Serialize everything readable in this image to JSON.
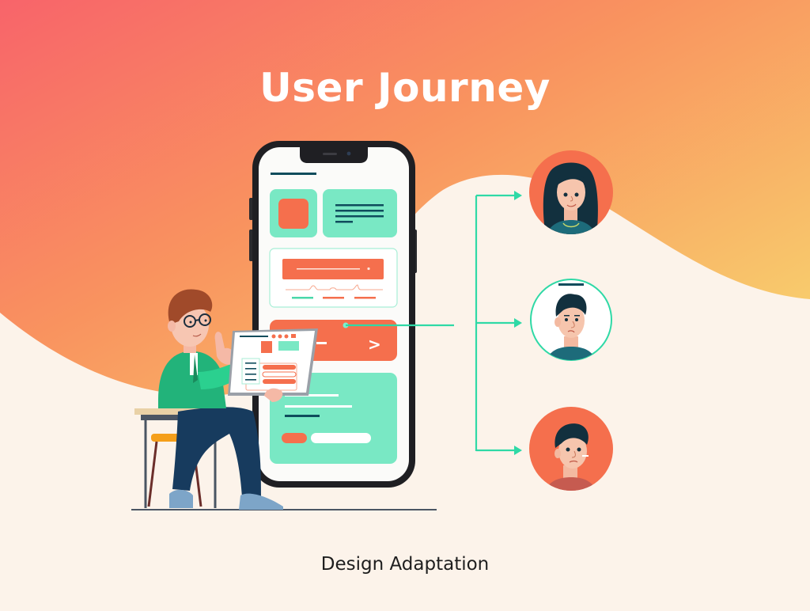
{
  "title": "User Journey",
  "caption": "Design Adaptation",
  "colors": {
    "gradient_start": "#f8646a",
    "gradient_mid": "#f9935f",
    "gradient_end": "#f8d36e",
    "cream": "#fcf3ea",
    "coral": "#f56f4d",
    "mint": "#79e8c4",
    "teal_line": "#2fd9a6",
    "navy": "#0f4c5c",
    "phone_frame": "#1f1f23"
  },
  "phone": {
    "button_arrow": ">",
    "sections": [
      "header-bar",
      "card-row",
      "banner-card",
      "cta-button",
      "content-card"
    ]
  },
  "personas": [
    {
      "id": "persona-1",
      "style": "coral-filled",
      "description": "woman with long dark hair"
    },
    {
      "id": "persona-2",
      "style": "outlined",
      "description": "man with dark hair, neutral"
    },
    {
      "id": "persona-3",
      "style": "coral-filled",
      "description": "man with dark hair, thoughtful"
    }
  ]
}
